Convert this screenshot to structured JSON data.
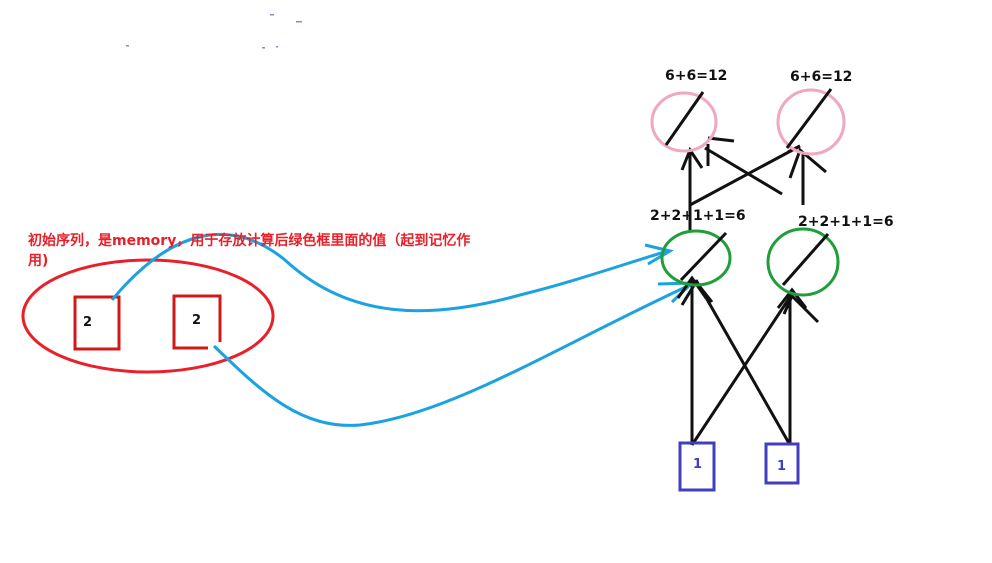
{
  "annotation": "初始序列，是memory，用于存放计算后绿色框里面的值（起到记忆作用)",
  "memory_values": [
    "2",
    "2"
  ],
  "leaf_values": [
    "1",
    "1"
  ],
  "middle_equations": [
    "2+2+1+1=6",
    "2+2+1+1=6"
  ],
  "top_equations": [
    "6+6=12",
    "6+6=12"
  ],
  "colors": {
    "memory": "#e8202a",
    "green_node": "#1f9e3a",
    "pink_node": "#f0a8c0",
    "leaf": "#3f3fbf",
    "flow_arrow": "#1aa3e0",
    "edge": "#111111"
  }
}
